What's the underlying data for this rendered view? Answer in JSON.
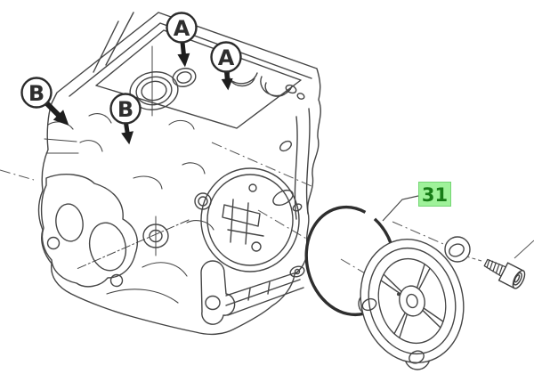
{
  "figure": {
    "type": "exploded-parts-diagram",
    "subject": "cylinder head with cover removed, inspection cover, o-ring and bolt",
    "callouts": [
      {
        "id": "callout-a-1",
        "label": "A"
      },
      {
        "id": "callout-a-2",
        "label": "A"
      },
      {
        "id": "callout-b-1",
        "label": "B"
      },
      {
        "id": "callout-b-2",
        "label": "B"
      }
    ],
    "part_label": {
      "number": "31",
      "part": "o-ring"
    },
    "colors": {
      "line": "#454545",
      "background": "#ffffff",
      "label_bg": "#9ff29a",
      "label_border": "#74d574",
      "label_text": "#177c17"
    }
  }
}
